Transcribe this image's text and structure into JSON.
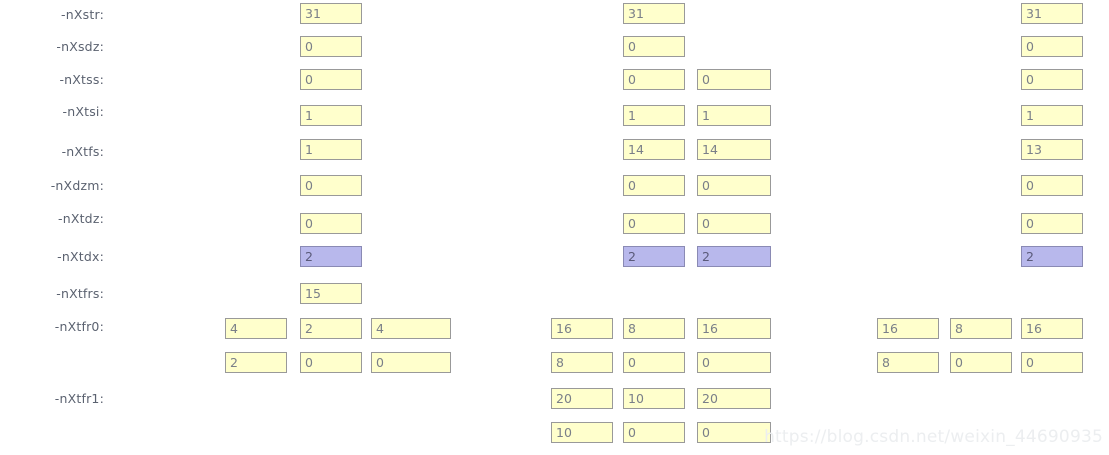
{
  "panel": {
    "watermark": "https://blog.csdn.net/weixin_44690935",
    "colors": {
      "field_fill": "#ffffcc",
      "field_border": "#999999",
      "field_highlight_fill": "#b8b8ec",
      "label_text": "#5b6270",
      "value_text": "#7a7f88",
      "background": "#ffffff",
      "watermark_text": "#eceef0"
    }
  },
  "labels": [
    {
      "text": "-nXstr:"
    },
    {
      "text": "-nXsdz:"
    },
    {
      "text": "-nXtss:"
    },
    {
      "text": "-nXtsi:"
    },
    {
      "text": "-nXtfs:"
    },
    {
      "text": "-nXdzm:"
    },
    {
      "text": "-nXtdz:"
    },
    {
      "text": "-nXtdx:"
    },
    {
      "text": "-nXtfrs:"
    },
    {
      "text": "-nXtfr0:"
    },
    {
      "text": "-nXtfr1:"
    }
  ],
  "fields": {
    "g1_nXstr_0": "31",
    "g1_nXsdz_0": "0",
    "g1_nXtss_0": "0",
    "g1_nXtsi_0": "1",
    "g1_nXtfs_0": "1",
    "g1_nXdzm_0": "0",
    "g1_nXtdz_0": "0",
    "g1_nXtdx_0": "2",
    "g1_nXtfrs_0": "15",
    "g1_nXtfr0_r0_c0": "4",
    "g1_nXtfr0_r0_c1": "2",
    "g1_nXtfr0_r0_c2": "4",
    "g1_nXtfr0_r1_c0": "2",
    "g1_nXtfr0_r1_c1": "0",
    "g1_nXtfr0_r1_c2": "0",
    "g2_nXstr_0": "31",
    "g2_nXsdz_0": "0",
    "g2_nXtss_0": "0",
    "g2_nXtss_1": "0",
    "g2_nXtsi_0": "1",
    "g2_nXtsi_1": "1",
    "g2_nXtfs_0": "14",
    "g2_nXtfs_1": "14",
    "g2_nXdzm_0": "0",
    "g2_nXdzm_1": "0",
    "g2_nXtdz_0": "0",
    "g2_nXtdz_1": "0",
    "g2_nXtdx_0": "2",
    "g2_nXtdx_1": "2",
    "g2_nXtfr0_r0_c0": "16",
    "g2_nXtfr0_r0_c1": "8",
    "g2_nXtfr0_r0_c2": "16",
    "g2_nXtfr0_r1_c0": "8",
    "g2_nXtfr0_r1_c1": "0",
    "g2_nXtfr0_r1_c2": "0",
    "g2_nXtfr1_r0_c0": "20",
    "g2_nXtfr1_r0_c1": "10",
    "g2_nXtfr1_r0_c2": "20",
    "g2_nXtfr1_r1_c0": "10",
    "g2_nXtfr1_r1_c1": "0",
    "g2_nXtfr1_r1_c2": "0",
    "g3_nXstr_0": "31",
    "g3_nXsdz_0": "0",
    "g3_nXtss_0": "0",
    "g3_nXtsi_0": "1",
    "g3_nXtfs_0": "13",
    "g3_nXdzm_0": "0",
    "g3_nXtdz_0": "0",
    "g3_nXtdx_0": "2",
    "g3_nXtfr0_r0_c0": "16",
    "g3_nXtfr0_r0_c1": "8",
    "g3_nXtfr0_r0_c2": "16",
    "g3_nXtfr0_r1_c0": "8",
    "g3_nXtfr0_r1_c1": "0",
    "g3_nXtfr0_r1_c2": "0"
  }
}
